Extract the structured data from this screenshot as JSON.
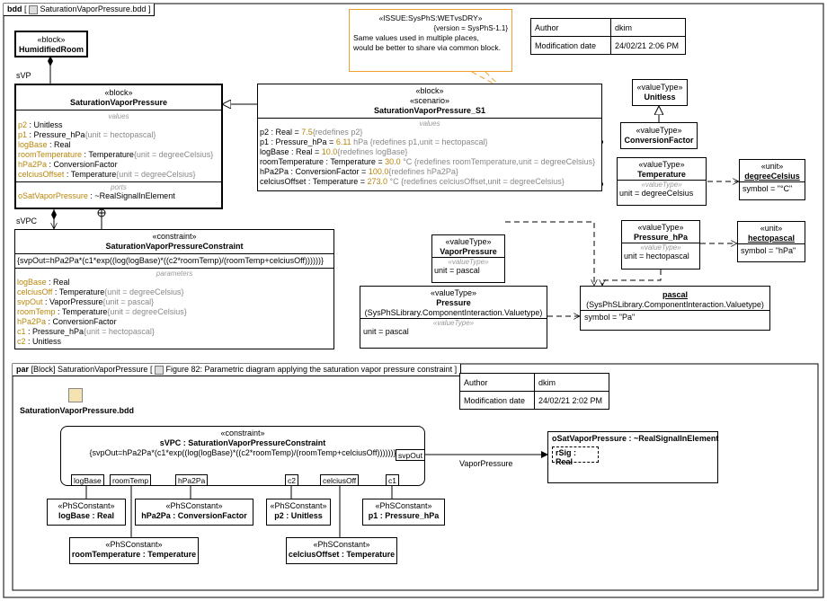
{
  "frame": {
    "kind": "bdd",
    "name": "SaturationVaporPressure.bdd"
  },
  "info_top": {
    "author_label": "Author",
    "author": "dkim",
    "mod_label": "Modification date",
    "mod": "24/02/21 2:06 PM"
  },
  "info_par": {
    "author_label": "Author",
    "author": "dkim",
    "mod_label": "Modification date",
    "mod": "24/02/21 2:02 PM"
  },
  "humidified": {
    "stereo": "«block»",
    "name": "HumidifiedRoom"
  },
  "svp": {
    "stereo": "«block»",
    "name": "SaturationVaporPressure",
    "values_hdr": "values",
    "ports_hdr": "ports",
    "values": [
      {
        "n": "p2",
        "t": " : Unitless",
        "x": ""
      },
      {
        "n": "p1",
        "t": " : Pressure_hPa",
        "x": "{unit = hectopascal}"
      },
      {
        "n": "logBase",
        "t": " : Real",
        "x": ""
      },
      {
        "n": "roomTemperature",
        "t": " : Temperature",
        "x": "{unit = degreeCelsius}"
      },
      {
        "n": "hPa2Pa",
        "t": " : ConversionFactor",
        "x": ""
      },
      {
        "n": "celciusOffset",
        "t": " : Temperature",
        "x": "{unit = degreeCelsius}"
      }
    ],
    "port": {
      "n": "oSatVaporPressure",
      "t": " : ~RealSignalInElement"
    }
  },
  "role_svp": "sVP",
  "role_svpc": "sVPC",
  "scenario": {
    "stereo1": "«block»",
    "stereo2": "«scenario»",
    "name": "SaturationVaporPressure_S1",
    "values_hdr": "values",
    "values": [
      {
        "n": "p2 : Real = ",
        "v": "7.5",
        "x": "{redefines p2}"
      },
      {
        "n": "p1 : Pressure_hPa = ",
        "v": "6.11",
        "x": " hPa {redefines p1,unit = hectopascal}"
      },
      {
        "n": "logBase : Real = ",
        "v": "10.0",
        "x": "{redefines logBase}"
      },
      {
        "n": "roomTemperature : Temperature = ",
        "v": "30.0",
        "x": " °C {redefines roomTemperature,unit = degreeCelsius}"
      },
      {
        "n": "hPa2Pa : ConversionFactor = ",
        "v": "100.0",
        "x": "{redefines hPa2Pa}"
      },
      {
        "n": "celciusOffset : Temperature = ",
        "v": "273.0",
        "x": " °C {redefines celciusOffset,unit = degreeCelsius}"
      }
    ]
  },
  "note": {
    "title": "«ISSUE:SysPhS:WETvsDRY»",
    "version": "{version = SysPhS-1.1}",
    "text1": "Same values used in multiple places,",
    "text2": "would be better to share via common block."
  },
  "unitless": {
    "stereo": "«valueType»",
    "name": "Unitless"
  },
  "convfactor": {
    "stereo": "«valueType»",
    "name": "ConversionFactor"
  },
  "temperature": {
    "stereo": "«valueType»",
    "name": "Temperature",
    "hdr": "«valueType»",
    "prop": "unit = degreeCelsius"
  },
  "degc": {
    "stereo": "«unit»",
    "name": "degreeCelsius",
    "prop": "symbol = \"°C\""
  },
  "vaporp": {
    "stereo": "«valueType»",
    "name": "VaporPressure",
    "hdr": "«valueType»",
    "prop": "unit = pascal"
  },
  "phpa": {
    "stereo": "«valueType»",
    "name": "Pressure_hPa",
    "hdr": "«valueType»",
    "prop": "unit = hectopascal"
  },
  "hpa": {
    "stereo": "«unit»",
    "name": "hectopascal",
    "prop": "symbol = \"hPa\""
  },
  "pressure": {
    "stereo": "«valueType»",
    "name": "Pressure",
    "sub": "(SysPhSLibrary.ComponentInteraction.Valuetype)",
    "hdr": "«valueType»",
    "prop": "unit = pascal"
  },
  "pascal": {
    "name": "pascal",
    "sub": "(SysPhSLibrary.ComponentInteraction.Valuetype)",
    "prop": "symbol = \"Pa\""
  },
  "constraint": {
    "stereo": "«constraint»",
    "name": "SaturationVaporPressureConstraint",
    "eq": "{svpOut=hPa2Pa*(c1*exp((log(logBase)*((c2*roomTemp)/(roomTemp+celciusOff))))))}",
    "params_hdr": "parameters",
    "params": [
      {
        "n": "logBase",
        "t": " : Real",
        "x": ""
      },
      {
        "n": "celciusOff",
        "t": " : Temperature",
        "x": "{unit = degreeCelsius}"
      },
      {
        "n": "svpOut",
        "t": " : VaporPressure",
        "x": "{unit = pascal}"
      },
      {
        "n": "roomTemp",
        "t": " : Temperature",
        "x": "{unit = degreeCelsius}"
      },
      {
        "n": "hPa2Pa",
        "t": " : ConversionFactor",
        "x": ""
      },
      {
        "n": "c1",
        "t": " : Pressure_hPa",
        "x": "{unit = hectopascal}"
      },
      {
        "n": "c2",
        "t": " : Unitless",
        "x": ""
      }
    ]
  },
  "par": {
    "kind": "par",
    "ctx": "[Block] SaturationVaporPressure",
    "figure": "Figure 82: Parametric diagram applying the saturation vapor pressure constraint",
    "bdd_icon_label": "SaturationVaporPressure.bdd",
    "cprop_stereo": "«constraint»",
    "cprop_name": "sVPC : SaturationVaporPressureConstraint",
    "cprop_eq": "{svpOut=hPa2Pa*(c1*exp((log(logBase)*((c2*roomTemp)/(roomTemp+celciusOff))))))}",
    "pins": {
      "logBase": "logBase",
      "roomTemp": "roomTemp",
      "hPa2Pa": "hPa2Pa",
      "c2": "c2",
      "celciusOff": "celciusOff",
      "c1": "c1",
      "svpOut": "svpOut"
    },
    "flow_label": "VaporPressure",
    "out_name": "oSatVaporPressure : ~RealSignalInElement",
    "out_sig": "rSig : Real",
    "consts": [
      {
        "s": "«PhSConstant»",
        "n": "logBase : Real"
      },
      {
        "s": "«PhSConstant»",
        "n": "hPa2Pa : ConversionFactor"
      },
      {
        "s": "«PhSConstant»",
        "n": "p2 : Unitless"
      },
      {
        "s": "«PhSConstant»",
        "n": "p1 : Pressure_hPa"
      },
      {
        "s": "«PhSConstant»",
        "n": "roomTemperature : Temperature"
      },
      {
        "s": "«PhSConstant»",
        "n": "celciusOffset : Temperature"
      }
    ]
  }
}
